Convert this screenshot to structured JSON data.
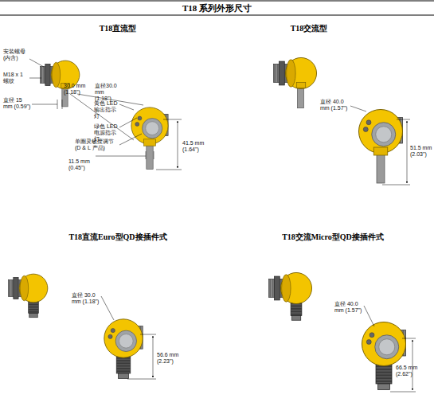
{
  "diagram": {
    "title": "T18 系列外形尺寸",
    "labels": [
      "T18直流型",
      "安装螺母 (内含)",
      "M18 x 1 螺纹",
      "直径 15 mm (0.59\")",
      "30.0 mm (1.18\")",
      "直径30.0 mm (1.18\")",
      "黄色 LED 输出指示灯",
      "绿色 LED 电源指示灯",
      "单圈灵敏度调节 (D & L 产品)",
      "41.5 mm (1.64\")",
      "11.5 mm (0.45\")",
      "T18交流型",
      "直径 40.0 mm (1.57\")",
      "51.5 mm (2.03\")",
      "T18直流Euro型QD接插件式",
      "直径 30.0 mm (1.18\")",
      "56.6 mm (2.23\")",
      "T18交流Micro型QD接插件式",
      "直径 40.0 mm (1.57\")",
      "66.5 mm (2.62\")"
    ]
  }
}
